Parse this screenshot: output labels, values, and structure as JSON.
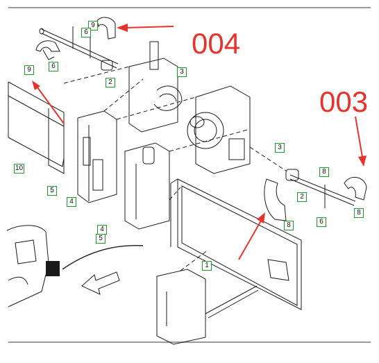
{
  "annotations": {
    "label_a": "004",
    "label_b": "003",
    "arrow_color": "#e8322c"
  },
  "callouts": {
    "c1": "9",
    "c2": "6",
    "c3": "9",
    "c4": "6",
    "c5": "2",
    "c6": "3",
    "c7": "10",
    "c8": "5",
    "c9": "4",
    "c10": "3",
    "c11": "8",
    "c12": "2",
    "c13": "8",
    "c14": "6",
    "c15": "8",
    "c16": "4",
    "c17": "5",
    "c18": "1"
  },
  "colors": {
    "callout_border": "#1e9a2c",
    "line": "#1a1a1a",
    "frame": "#9a9a9a"
  }
}
